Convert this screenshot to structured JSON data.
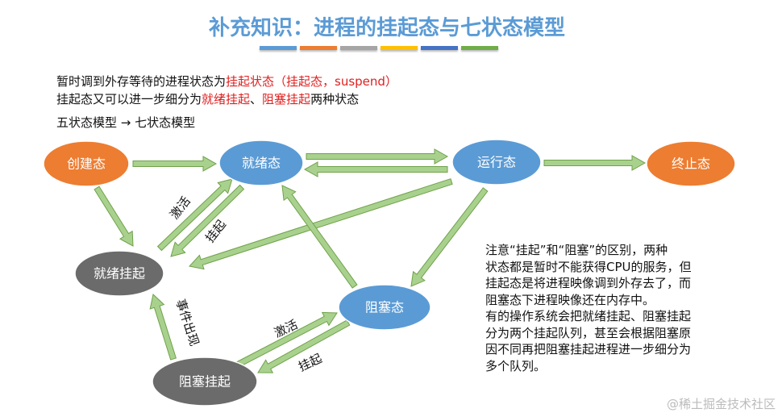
{
  "title": "补充知识：进程的挂起态与七状态模型",
  "title_bar_colors": [
    "#5b9bd5",
    "#ed7d31",
    "#a5a5a5",
    "#ffc000",
    "#4472c4",
    "#70ad47"
  ],
  "intro": {
    "line1_a": "暂时调到外存等待的进程状态为",
    "line1_b": "挂起状态（挂起态，suspend）",
    "line2_a": "挂起态又可以进一步细分为",
    "line2_b": "就绪挂起",
    "line2_c": "、",
    "line2_d": "阻塞挂起",
    "line2_e": "两种状态",
    "line3": "五状态模型 → 七状态模型"
  },
  "nodes": [
    {
      "id": "create",
      "label": "创建态",
      "color": "#ed7d31"
    },
    {
      "id": "ready",
      "label": "就绪态",
      "color": "#5b9bd5"
    },
    {
      "id": "running",
      "label": "运行态",
      "color": "#5b9bd5"
    },
    {
      "id": "terminated",
      "label": "终止态",
      "color": "#ed7d31"
    },
    {
      "id": "ready_suspend",
      "label": "就绪挂起",
      "color": "#6b6b6b"
    },
    {
      "id": "blocked",
      "label": "阻塞态",
      "color": "#5b9bd5"
    },
    {
      "id": "blocked_suspend",
      "label": "阻塞挂起",
      "color": "#6b6b6b"
    }
  ],
  "edges": [
    {
      "from": "create",
      "to": "ready"
    },
    {
      "from": "ready",
      "to": "running"
    },
    {
      "from": "running",
      "to": "ready"
    },
    {
      "from": "running",
      "to": "terminated"
    },
    {
      "from": "create",
      "to": "ready_suspend"
    },
    {
      "from": "ready_suspend",
      "to": "ready",
      "label": "激活"
    },
    {
      "from": "ready",
      "to": "ready_suspend",
      "label": "挂起"
    },
    {
      "from": "running",
      "to": "ready_suspend"
    },
    {
      "from": "running",
      "to": "blocked"
    },
    {
      "from": "blocked",
      "to": "ready"
    },
    {
      "from": "blocked_suspend",
      "to": "ready_suspend",
      "label": "事件出现"
    },
    {
      "from": "blocked_suspend",
      "to": "blocked",
      "label": "激活"
    },
    {
      "from": "blocked",
      "to": "blocked_suspend",
      "label": "挂起"
    }
  ],
  "note": [
    "注意“挂起”和“阻塞”的区别，两种",
    "状态都是暂时不能获得CPU的服务，但",
    "挂起态是将进程映像调到外存去了，而",
    "阻塞态下进程映像还在内存中。",
    "有的操作系统会把就绪挂起、阻塞挂起",
    "分为两个挂起队列，甚至会根据阻塞原",
    "因不同再把阻塞挂起进程进一步细分为",
    "多个队列。"
  ],
  "watermark": "@稀土掘金技术社区"
}
